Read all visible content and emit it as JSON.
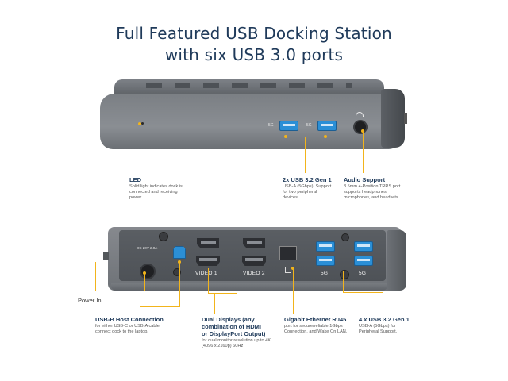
{
  "header": {
    "title_line1": "Full Featured USB Docking Station",
    "title_line2": "with six USB 3.0 ports"
  },
  "front_panel": {
    "usb_labels": [
      "5G",
      "5G"
    ],
    "callouts": {
      "led": {
        "title": "LED",
        "desc": "Solid light indicates dock is connected and receiving power."
      },
      "usb_front": {
        "title": "2x USB 3.2 Gen 1",
        "desc": "USB-A (5Gbps). Support for two peripheral devices."
      },
      "audio": {
        "title": "Audio Support",
        "desc": "3.5mm 4-Position TRRS port supports headphones, microphones, and headsets."
      }
    }
  },
  "rear_panel": {
    "dc_label": "DC 20V 2.0A",
    "port_labels": {
      "video1": "VIDEO 1",
      "video2": "VIDEO 2",
      "usb_left": "5G",
      "usb_right": "5G"
    },
    "callouts": {
      "power": {
        "title": "Power In"
      },
      "usb_b": {
        "title": "USB-B Host Connection",
        "desc": "for either USB-C or USB-A cable connect dock to the laptop."
      },
      "displays": {
        "title": "Dual Displays (any combination of HDMI or DisplayPort Output)",
        "desc": "for dual monitor resolution up to 4K (4096 x 2160p) 60Hz"
      },
      "ethernet": {
        "title": "Gigabit Ethernet RJ45",
        "desc": "port for secure/reliable 1Gbps Connection, and Wake On LAN."
      },
      "usb_rear": {
        "title": "4 x USB 3.2 Gen 1",
        "desc": "USB-A (5Gbps) for Peripheral Support."
      }
    }
  },
  "colors": {
    "accent": "#f2b41b",
    "title": "#1f3a5a",
    "device_body": "#6f7378",
    "usb_port": "#2b8fd6"
  }
}
